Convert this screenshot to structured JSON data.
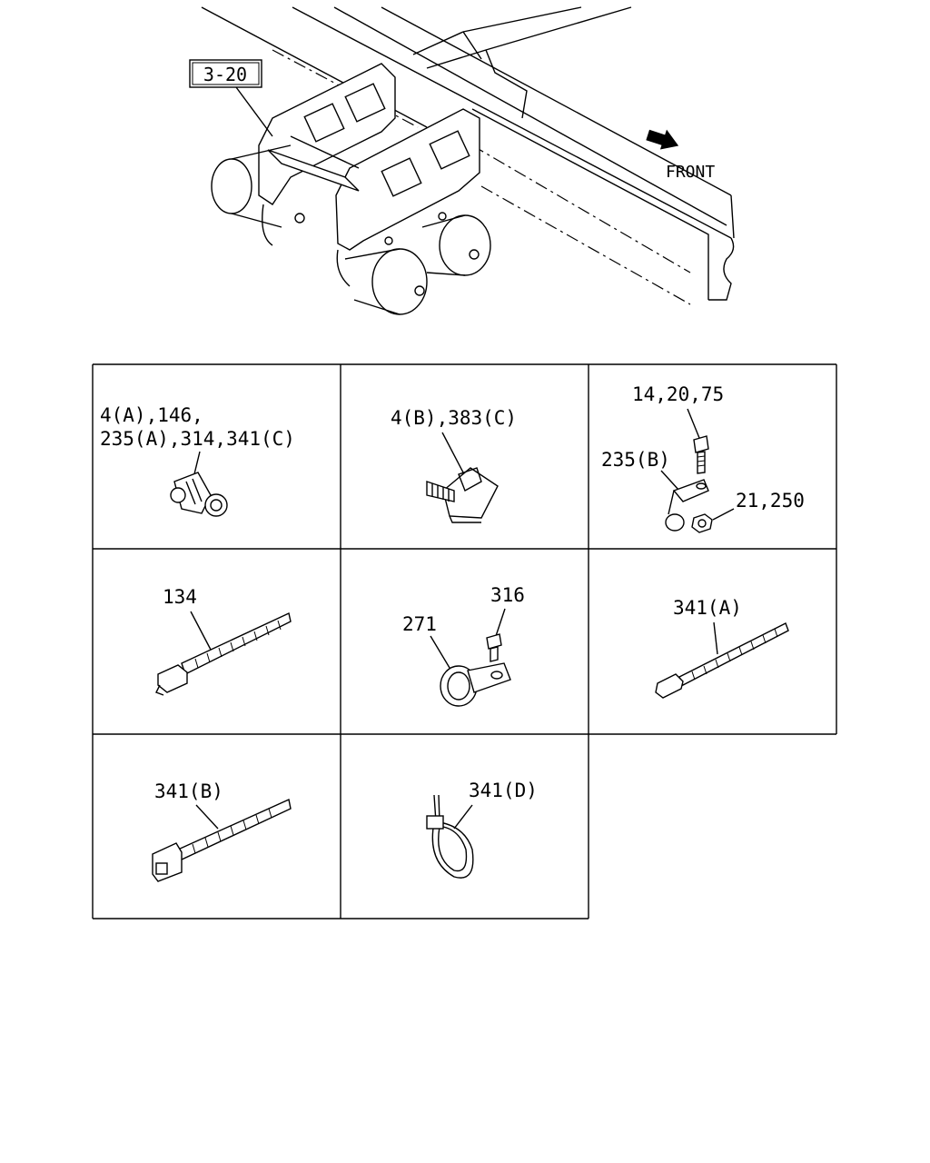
{
  "assembly": {
    "ref_label": "3-20",
    "direction_label": "FRONT"
  },
  "grid": {
    "cells": [
      {
        "callouts": [
          "4(A),146,",
          "235(A),314,341(C)"
        ],
        "part": "harness-clip"
      },
      {
        "callouts": [
          "4(B),383(C)"
        ],
        "part": "edge-clip"
      },
      {
        "callouts": [
          "14,20,75",
          "235(B)",
          "21,250"
        ],
        "part": "bracket-bolt-nut"
      },
      {
        "callouts": [
          "134"
        ],
        "part": "cable-tie-134"
      },
      {
        "callouts": [
          "316",
          "271"
        ],
        "part": "p-clamp-bolt"
      },
      {
        "callouts": [
          "341(A)"
        ],
        "part": "cable-tie-341a"
      },
      {
        "callouts": [
          "341(B)"
        ],
        "part": "cable-tie-341b"
      },
      {
        "callouts": [
          "341(D)"
        ],
        "part": "loop-tie-341d"
      }
    ]
  }
}
